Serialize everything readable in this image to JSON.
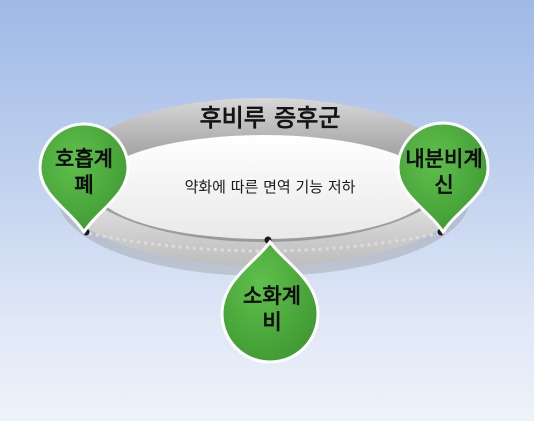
{
  "diagram": {
    "title": "후비루 증후군",
    "subtitle": "약화에 따른 면역 기능 저하",
    "nodes": [
      {
        "id": "left",
        "line1": "호흡계",
        "line2": "폐"
      },
      {
        "id": "right",
        "line1": "내분비계",
        "line2": "신"
      },
      {
        "id": "bottom",
        "line1": "소화계",
        "line2": "비"
      }
    ]
  },
  "colors": {
    "background_top": "#9fb9e6",
    "drop_fill": "#4eaa3e",
    "drop_border": "#ffffff",
    "ellipse_grey": "#b0b0b0",
    "inner_white": "#f4f4f4"
  }
}
